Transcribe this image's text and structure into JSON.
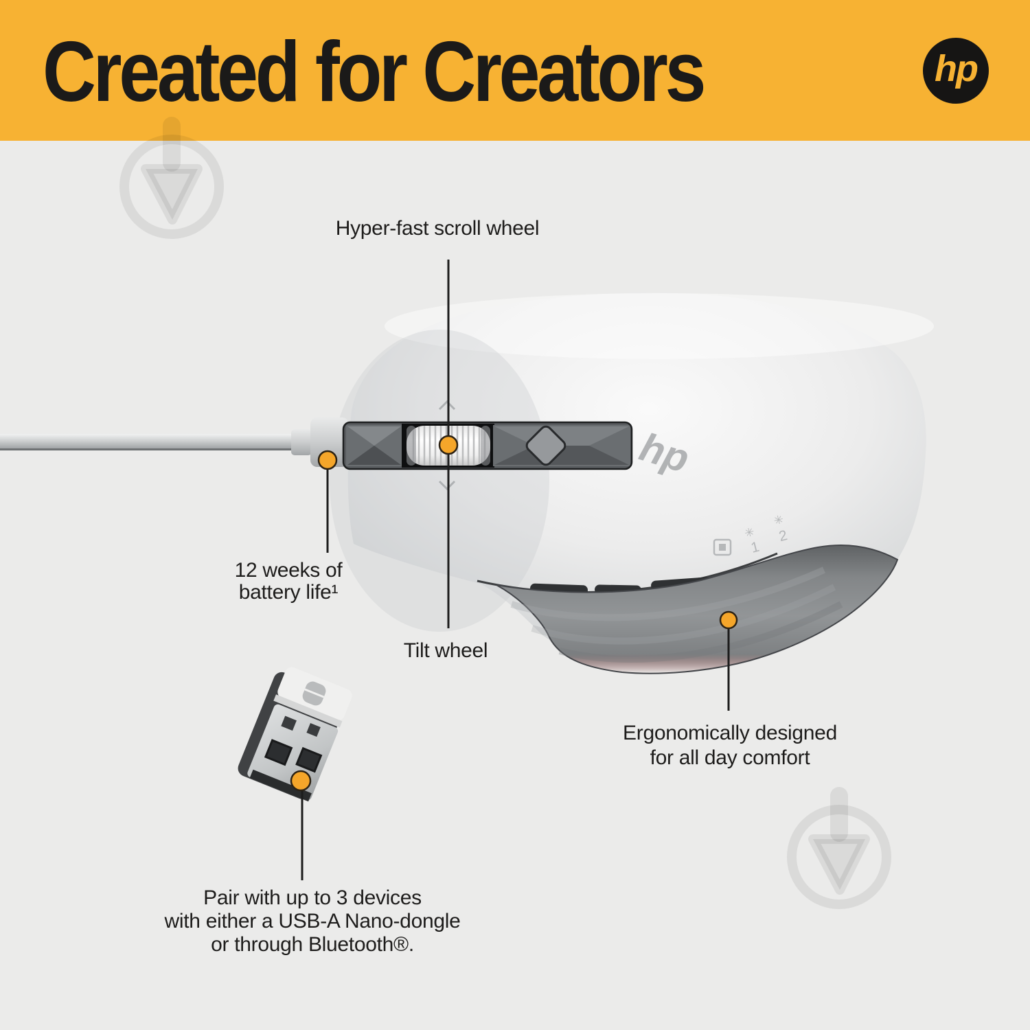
{
  "banner": {
    "title": "Created for Creators",
    "logo_text": "hp",
    "background_color": "#F7B233",
    "text_color": "#1B1A19"
  },
  "colors": {
    "page_background": "#EBEBEA",
    "accent_dot": "#F5A62A",
    "callout_line": "#1C1C1C"
  },
  "callouts": {
    "scroll_wheel": {
      "label": "Hyper-fast scroll wheel"
    },
    "battery": {
      "line1": "12 weeks of",
      "line2": "battery life¹"
    },
    "tilt_wheel": {
      "label": "Tilt wheel"
    },
    "ergonomic": {
      "line1": "Ergonomically designed",
      "line2": "for all day comfort"
    },
    "pairing": {
      "line1": "Pair with up to 3 devices",
      "line2": "with either a USB-A Nano-dongle",
      "line3": "or through Bluetooth®."
    }
  },
  "product": {
    "engraved_logo": "hp",
    "mode_labels": {
      "device1": "1",
      "device2": "2"
    }
  }
}
